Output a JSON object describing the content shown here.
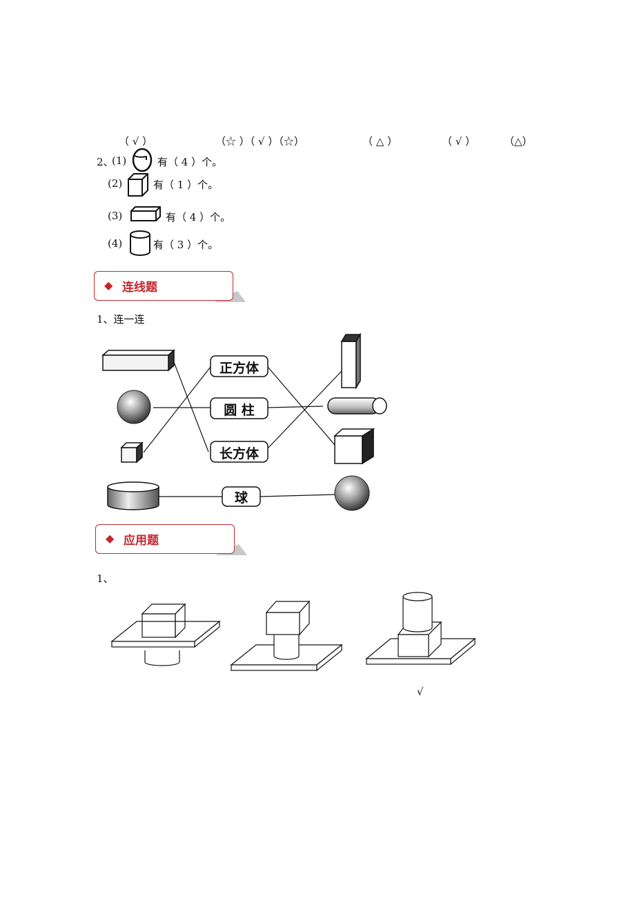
{
  "q1_answers": [
    "（ √ ）",
    "（☆ ）（ √ ）（☆）",
    "（ △ ）",
    "（ √ ）",
    "（△）"
  ],
  "q2": {
    "prefix": "2、",
    "items": [
      {
        "num": "(1)",
        "text": "有（ 4 ）个。"
      },
      {
        "num": "(2)",
        "text": "有（ 1 ）个。"
      },
      {
        "num": "(3)",
        "text": "有（ 4 ）个。"
      },
      {
        "num": "(4)",
        "text": "有（ 3 ）个。"
      }
    ]
  },
  "section_matching": {
    "title": "连线题",
    "question": "1、连一连"
  },
  "labels": {
    "cube": "正方体",
    "cylinder": "圆 柱",
    "cuboid": "长方体",
    "sphere": "球"
  },
  "section_application": {
    "title": "应用题",
    "question": "1、",
    "mark": "√"
  },
  "colors": {
    "accent": "#c0282e"
  },
  "icons": [
    "diamond-icon"
  ]
}
